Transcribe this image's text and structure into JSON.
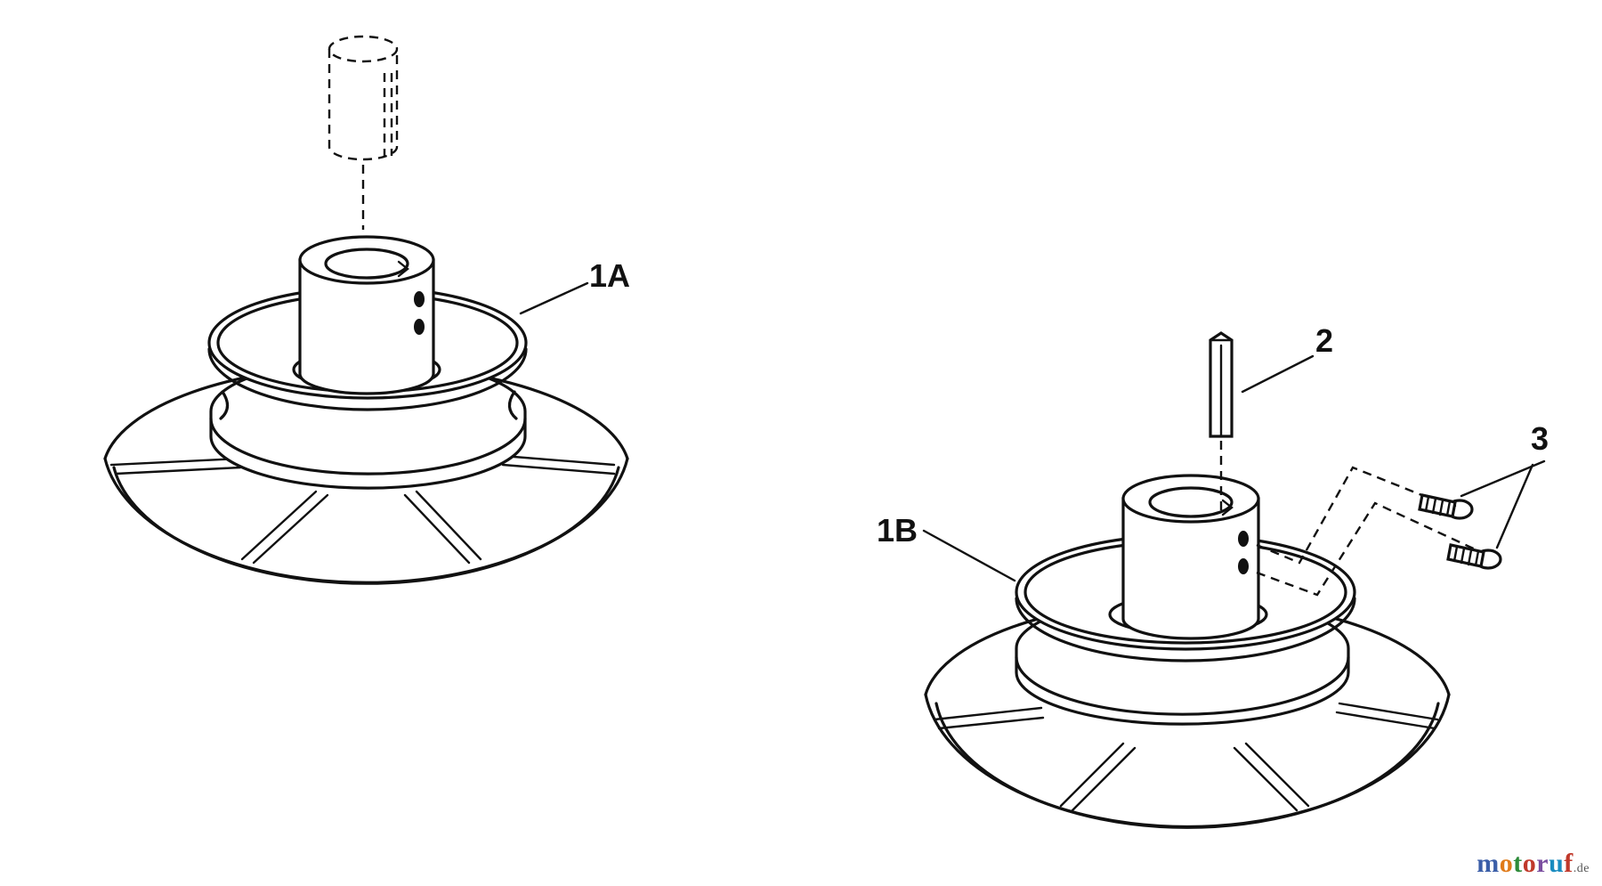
{
  "labels": {
    "part_1a": "1A",
    "part_1b": "1B",
    "part_2": "2",
    "part_3": "3"
  },
  "watermark": {
    "text": "motoruf",
    "suffix": ".de",
    "colors": [
      "#3b5ea8",
      "#e07b1a",
      "#2e8b3a",
      "#c0392b",
      "#7a4ea0",
      "#1a8cc0",
      "#c0392b"
    ]
  }
}
